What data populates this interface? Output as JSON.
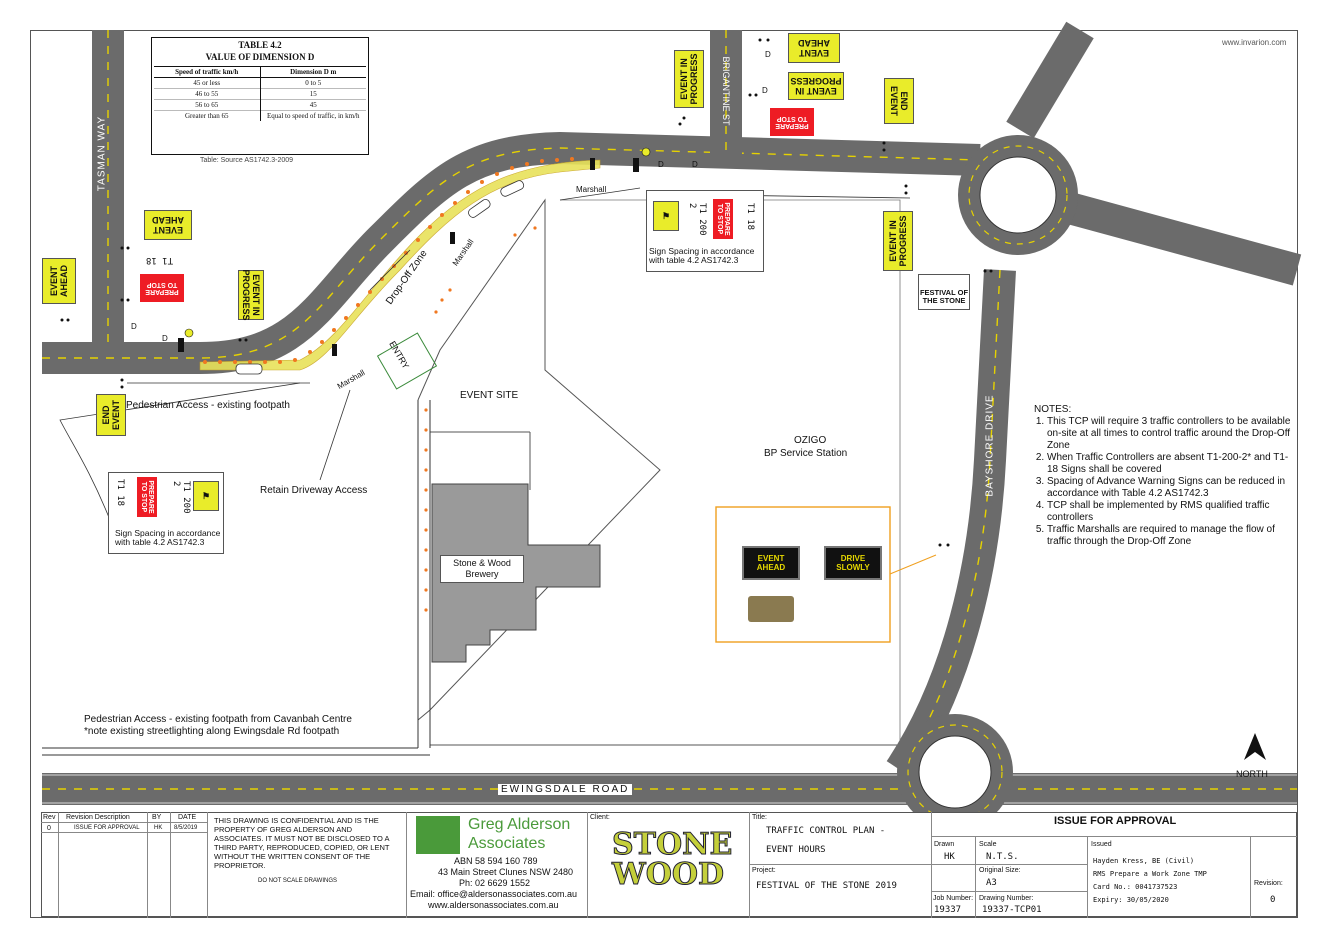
{
  "website": "www.invarion.com",
  "table": {
    "title": "TABLE   4.2",
    "subtitle": "VALUE OF DIMENSION D",
    "headers": [
      "Speed of traffic km/h",
      "Dimension D m"
    ],
    "rows": [
      [
        "45 or less",
        "0 to 5"
      ],
      [
        "46 to 55",
        "15"
      ],
      [
        "56 to 65",
        "45"
      ],
      [
        "Greater than 65",
        "Equal to speed of traffic, in km/h"
      ]
    ],
    "source": "Table: Source AS1742.3-2009"
  },
  "roads": {
    "tasman": "TASMAN    WAY",
    "brigantine": "BRIGANTINE ST",
    "bayshore": "BAYSHORE  DRIVE",
    "ewingsdale": "EWINGSDALE    ROAD"
  },
  "signs": {
    "event_ahead": "EVENT AHEAD",
    "event_in_progress": "EVENT IN PROGRESS",
    "end_event": "END EVENT",
    "prepare_to_stop": "PREPARE TO STOP",
    "t1_18": "T1 18",
    "t1_200_2": "T1 200 2",
    "d": "D",
    "festival_sign": "FESTIVAL OF THE STONE"
  },
  "labels": {
    "sign_spacing": "Sign Spacing in accordance with table 4.2 AS1742.3",
    "sign_spacing_2": "Sign Spacing in accordance with table 4.2 AS1742.3",
    "marshall": "Marshall",
    "drop_off_zone": "Drop-Off Zone",
    "entry": "ENTRY",
    "event_site": "EVENT SITE",
    "ozigo": "OZIGO",
    "bp": "BP Service Station",
    "brewery": "Stone & Wood Brewery",
    "ped_access_1": "Pedestrian Access - existing footpath",
    "retain_driveway": "Retain Driveway Access",
    "ped_access_2": "Pedestrian Access - existing footpath from Cavanbah Centre",
    "ped_access_2_note": "*note existing streetlighting along Ewingsdale Rd footpath",
    "vms_1": "EVENT AHEAD",
    "vms_2": "DRIVE SLOWLY",
    "north": "NORTH"
  },
  "notes": {
    "title": "NOTES:",
    "items": [
      "This TCP will require 3 traffic controllers to be available on-site at all times to control traffic around the Drop-Off Zone",
      "When Traffic Controllers are absent T1-200-2* and T1-18 Signs shall be covered",
      "Spacing of Advance Warning Signs can be reduced in accordance with Table 4.2 AS1742.3",
      "TCP shall be implemented by RMS qualified traffic controllers",
      "Traffic Marshalls are required to manage the flow of traffic through the Drop-Off Zone"
    ]
  },
  "title_block": {
    "rev_headers": [
      "Rev",
      "Revision Description",
      "BY",
      "DATE"
    ],
    "rev_row": [
      "0",
      "ISSUE FOR APPROVAL",
      "HK",
      "8/5/2019"
    ],
    "confidential": "THIS DRAWING IS CONFIDENTIAL AND IS THE PROPERTY OF GREG ALDERSON AND ASSOCIATES. IT MUST NOT BE DISCLOSED TO A THIRD PARTY, REPRODUCED, COPIED, OR LENT WITHOUT THE WRITTEN CONSENT OF THE PROPRIETOR.",
    "do_not_scale": "DO NOT SCALE DRAWINGS",
    "company_1": "Greg Alderson",
    "company_2": "Associates",
    "abn": "ABN 58 594 160 789",
    "address": "43 Main Street Clunes NSW 2480",
    "phone": "Ph: 02 6629 1552",
    "email": "Email: office@aldersonassociates.com.au",
    "web": "www.aldersonassociates.com.au",
    "client_label": "Client:",
    "client_logo_1": "STONE",
    "client_logo_2": "WOOD",
    "title_label": "Title:",
    "title_1": "TRAFFIC CONTROL PLAN -",
    "title_2": "EVENT HOURS",
    "project_label": "Project:",
    "project": "FESTIVAL OF THE STONE 2019",
    "issue_header": "ISSUE FOR APPROVAL",
    "drawn_label": "Drawn",
    "drawn": "HK",
    "scale_label": "Scale",
    "scale": "N.T.S.",
    "size_label": "Original Size:",
    "size": "A3",
    "job_label": "Job Number:",
    "job": "19337",
    "drawing_label": "Drawing Number:",
    "drawing": "19337-TCP01",
    "issued_label": "Issued",
    "issued_1": "Hayden Kress, BE (Civil)",
    "issued_2": "RMS Prepare a Work Zone TMP",
    "issued_3": "Card No.: 0041737523",
    "issued_4": "Expiry: 30/05/2020",
    "revision_label": "Revision:",
    "revision": "0"
  },
  "colors": {
    "road": "#6b6b6b",
    "sign_yellow": "#e9ec2a",
    "sign_red": "#ee1c24",
    "zone": "#e8e25a",
    "cone": "#f07820"
  }
}
